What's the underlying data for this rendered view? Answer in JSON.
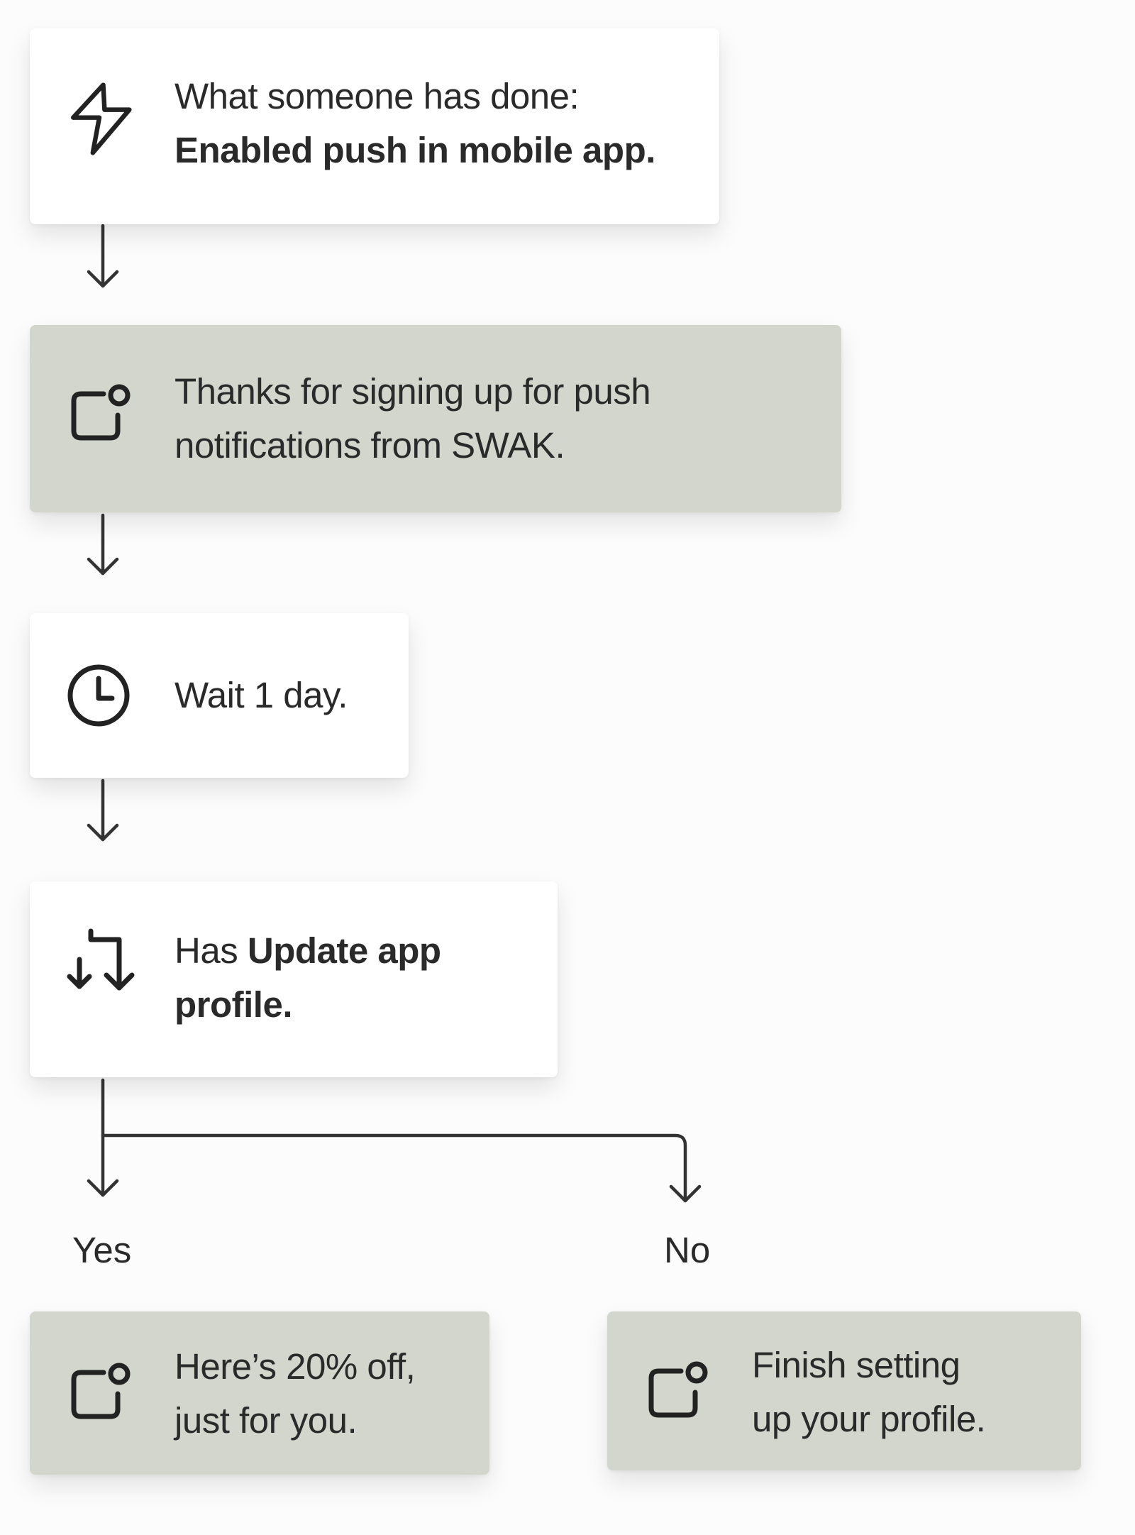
{
  "flow": {
    "trigger": {
      "icon": "lightning-bolt-icon",
      "line1": "What someone has done:",
      "line2": "Enabled push in mobile app."
    },
    "message1": {
      "icon": "push-notification-icon",
      "line1": "Thanks for signing up for push",
      "line2": "notifications from SWAK."
    },
    "delay": {
      "icon": "clock-icon",
      "text": "Wait 1 day."
    },
    "condition": {
      "icon": "split-branch-icon",
      "prefix": "Has ",
      "bold1": "Update app",
      "bold2": "profile."
    },
    "branches": {
      "yes_label": "Yes",
      "no_label": "No"
    },
    "yes_message": {
      "icon": "push-notification-icon",
      "line1": "Here’s 20% off,",
      "line2": "just for you."
    },
    "no_message": {
      "icon": "push-notification-icon",
      "line1": "Finish setting",
      "line2": "up your profile."
    }
  },
  "colors": {
    "background": "#fcfcfc",
    "card_white": "#ffffff",
    "card_green": "#d2d6cc",
    "ink": "#2a2a2a",
    "connector": "#333333"
  }
}
